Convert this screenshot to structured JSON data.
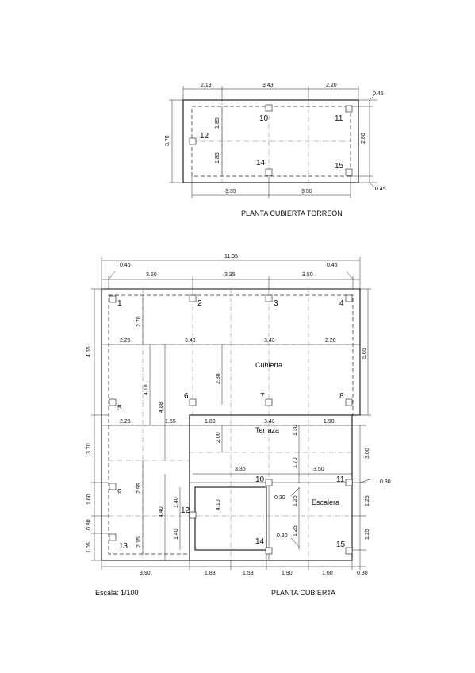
{
  "torreon": {
    "title": "PLANTA CUBIERTA TORREÓN",
    "top_dims": [
      "2.13",
      "3.43",
      "2.20"
    ],
    "right_dims": [
      "0.45",
      "2.80",
      "0.45"
    ],
    "left_dim": "3.70",
    "inner_v": [
      "1.85",
      "1.85"
    ],
    "bottom_dims": [
      "3.35",
      "3.50"
    ],
    "cols": [
      "10",
      "11",
      "12",
      "14",
      "15"
    ]
  },
  "planta": {
    "title": "PLANTA CUBIERTA",
    "scale": "Escala: 1/100",
    "overall": "11.35",
    "corner_dims": [
      "0.45",
      "0.45"
    ],
    "top_dims": [
      "3.60",
      "3.35",
      "3.50"
    ],
    "row2_dims": [
      "2.25",
      "3.48",
      "3.43",
      "2.20"
    ],
    "row3_dims": [
      "2.25",
      "1.65",
      "1.83",
      "3.43",
      "1.90"
    ],
    "row4_dims": [
      "3.35",
      "3.50"
    ],
    "left_dims": [
      "4.65",
      "3.70",
      "1.60",
      "0.80",
      "1.05"
    ],
    "right_dims": [
      "5.65",
      "3.00",
      "0.30",
      "1.25",
      "1.25"
    ],
    "inner_v": [
      "2.78",
      "4.18",
      "4.88",
      "2.88",
      "2.00",
      "1.30",
      "1.70",
      "2.95",
      "4.40",
      "1.40",
      "1.40",
      "4.10",
      "1.25",
      "1.25",
      "2.15"
    ],
    "inner_small": [
      "0.30",
      "0.30"
    ],
    "bottom_dims": [
      "3.90",
      "1.83",
      "1.53",
      "1.90",
      "1.60",
      "0.30"
    ],
    "areas": [
      "Cubierta",
      "Terraza",
      "Escalera"
    ],
    "cols": [
      "1",
      "2",
      "3",
      "4",
      "5",
      "6",
      "7",
      "8",
      "9",
      "10",
      "11",
      "12",
      "13",
      "14",
      "15"
    ]
  }
}
